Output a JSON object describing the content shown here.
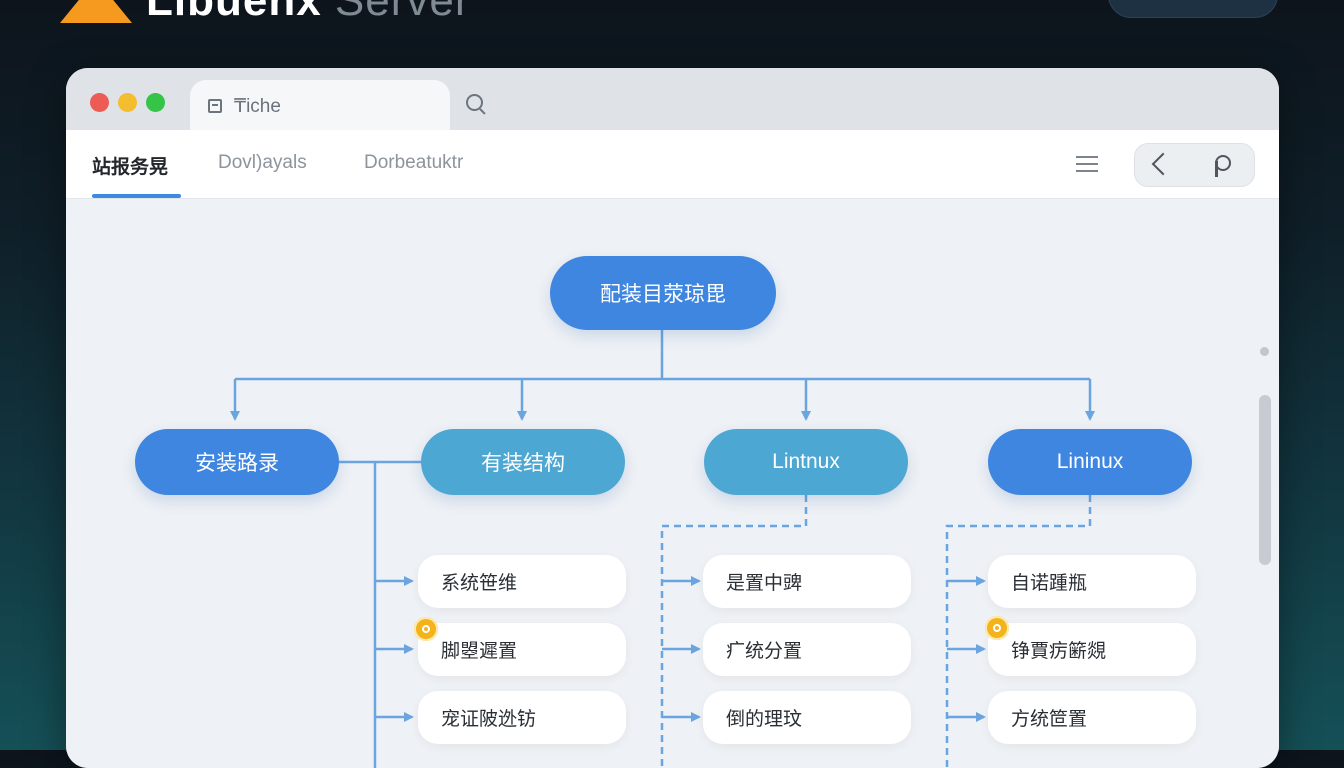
{
  "app": {
    "brand_name": "Libuenx",
    "brand_suffix": "Server"
  },
  "browser": {
    "tab_title": "₸iche"
  },
  "nav": {
    "tabs": [
      "站报务晃",
      "Dovl)ayals",
      "Dorbeatuktr"
    ]
  },
  "diagram": {
    "root": "配装目荥琼毘",
    "branches": [
      {
        "label": "安装路录",
        "color": "#3e86e0",
        "items": []
      },
      {
        "label": "有装结构",
        "color": "#4da7d3",
        "items": [
          "系统笹维",
          "脚曌遲置",
          "宠证陂迯钫"
        ]
      },
      {
        "label": "Lintnux",
        "color": "#4da7d3",
        "items": [
          "是置中豍",
          "疒统分置",
          "倒的理玟"
        ]
      },
      {
        "label": "Lininux",
        "color": "#3e86e0",
        "items": [
          "自诺踵瓶",
          "铮賈疠簖覢",
          "方统笸置"
        ]
      }
    ],
    "badge_icon": "gear-badge-icon",
    "line_color": "#6aa5e0"
  }
}
